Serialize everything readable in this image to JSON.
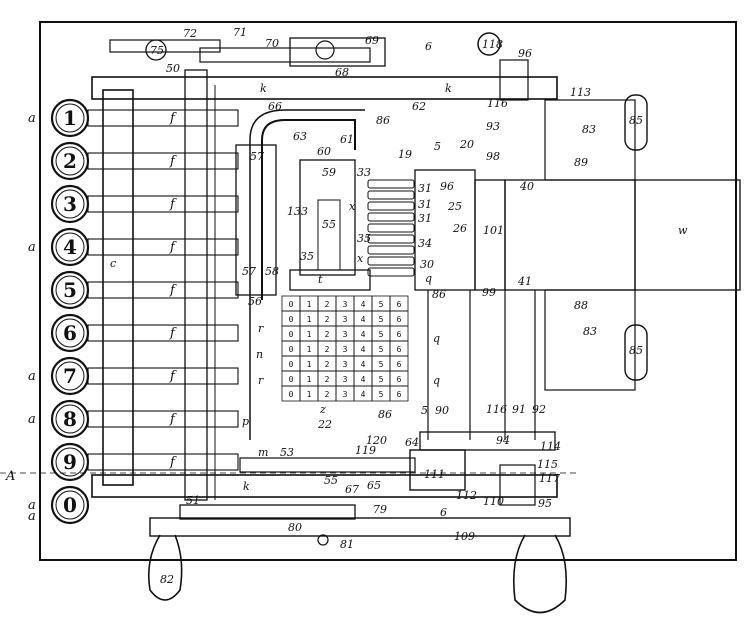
{
  "keys": [
    "1",
    "2",
    "3",
    "4",
    "5",
    "6",
    "7",
    "8",
    "9",
    "0"
  ],
  "key_side_labels": [
    "a",
    "a",
    "a",
    "a",
    "a",
    "a"
  ],
  "f_labels": [
    "f",
    "f",
    "f",
    "f",
    "f",
    "f",
    "f",
    "f",
    "f"
  ],
  "side_A": "A",
  "part_labels": {
    "l72": "72",
    "l75": "75",
    "l71": "71",
    "l70": "70",
    "l69": "69",
    "l6a": "6",
    "l118": "118",
    "l96": "96",
    "l50": "50",
    "l68": "68",
    "lk1": "k",
    "lk2": "k",
    "l113": "113",
    "l66": "66",
    "l62": "62",
    "l116a": "116",
    "l85a": "85",
    "l83a": "83",
    "l93": "93",
    "l86a": "86",
    "l63": "63",
    "l61": "61",
    "l60": "60",
    "l57a": "57",
    "l19": "19",
    "l5a": "5",
    "l20": "20",
    "l98": "98",
    "l89": "89",
    "l59": "59",
    "l33": "33",
    "l31a": "31",
    "l96b": "96",
    "l40": "40",
    "lxa": "x",
    "l31b": "31",
    "l25": "25",
    "l31c": "31",
    "l133": "133",
    "l55a": "55",
    "lw": "w",
    "l26": "26",
    "l101": "101",
    "l35a": "35",
    "l34": "34",
    "lxb": "x",
    "l30": "30",
    "l35b": "35",
    "lt": "t",
    "lq1": "q",
    "l57b": "57",
    "l58": "58",
    "l41": "41",
    "l86b": "86",
    "l99": "99",
    "l56": "56",
    "l88": "88",
    "lc": "c",
    "lr1": "r",
    "lq2": "q",
    "l83b": "83",
    "ln": "n",
    "lr2": "r",
    "lq3": "q",
    "l85b": "85",
    "lz": "z",
    "l86c": "86",
    "l5b": "5",
    "l90": "90",
    "l116b": "116",
    "l91": "91",
    "l92": "92",
    "lp": "p",
    "l22": "22",
    "l120": "120",
    "lm": "m",
    "l53": "53",
    "l119": "119",
    "l64": "64",
    "l94": "94",
    "l114": "114",
    "l115": "115",
    "l111": "111",
    "l117": "117",
    "l55b": "55",
    "l67": "67",
    "l65": "65",
    "lk3": "k",
    "l112": "112",
    "l110": "110",
    "l95": "95",
    "l51": "51",
    "l79": "79",
    "l6b": "6",
    "l80": "80",
    "l109": "109",
    "l81": "81",
    "l82": "82"
  },
  "counter_rows": [
    [
      "0",
      "1",
      "2",
      "3",
      "4",
      "5",
      "6"
    ],
    [
      "0",
      "1",
      "2",
      "3",
      "4",
      "5",
      "6"
    ],
    [
      "0",
      "1",
      "2",
      "3",
      "4",
      "5",
      "6"
    ],
    [
      "0",
      "1",
      "2",
      "3",
      "4",
      "5",
      "6"
    ],
    [
      "0",
      "1",
      "2",
      "3",
      "4",
      "5",
      "6"
    ],
    [
      "0",
      "1",
      "2",
      "3",
      "4",
      "5",
      "6"
    ],
    [
      "0",
      "1",
      "2",
      "3",
      "4",
      "5",
      "6"
    ]
  ]
}
